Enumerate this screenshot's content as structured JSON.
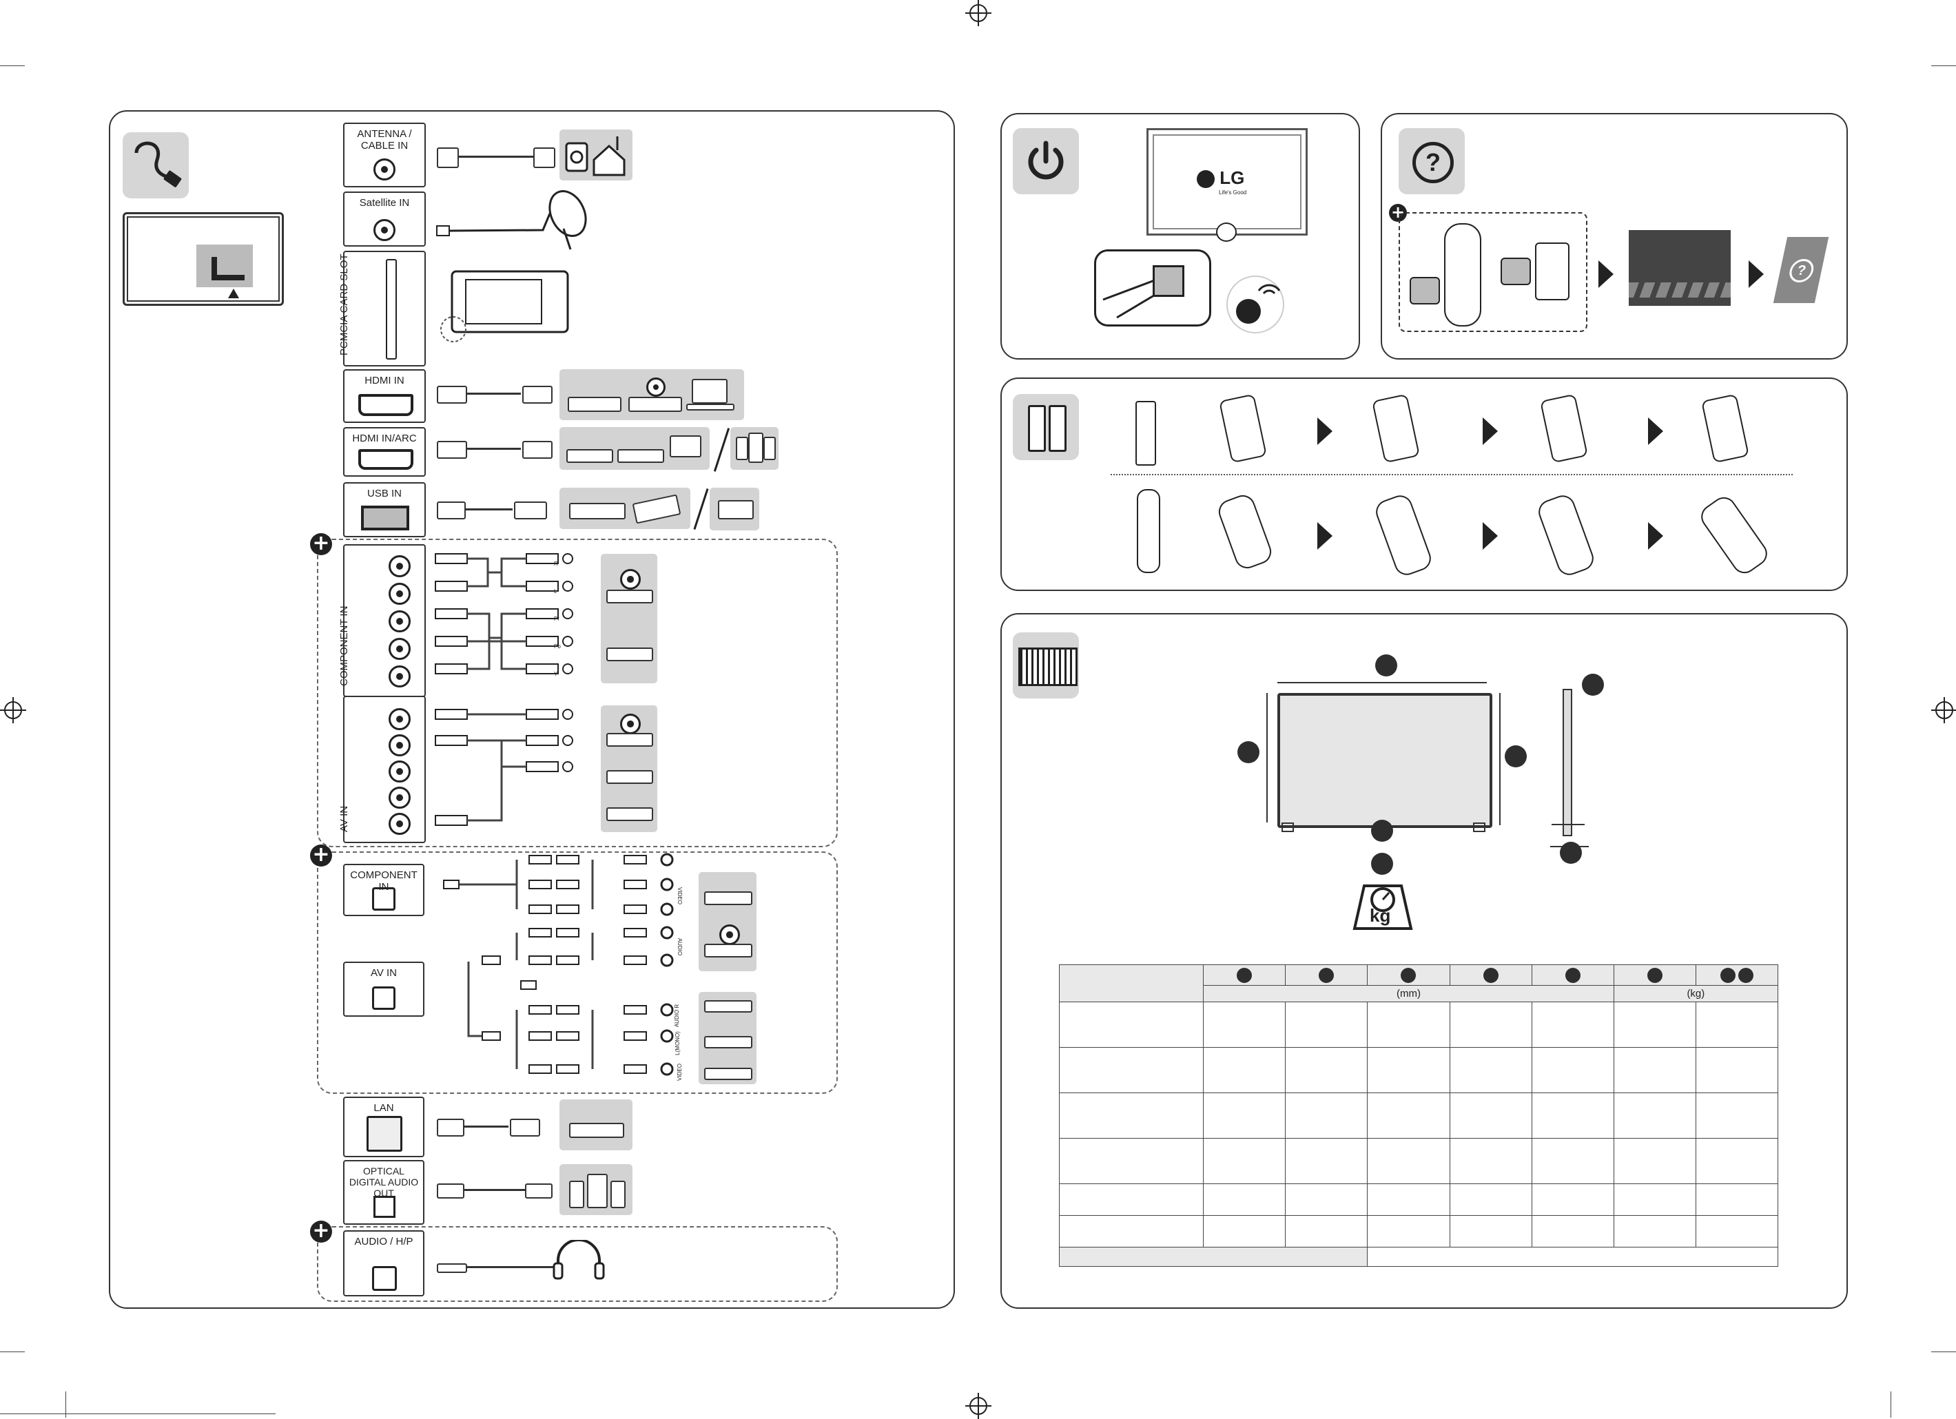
{
  "ports": {
    "antenna": "ANTENNA / CABLE IN",
    "satellite": "Satellite IN",
    "pcmcia": "PCMCIA CARD SLOT",
    "hdmi": "HDMI IN",
    "hdmi_arc": "HDMI IN/ARC",
    "usb": "USB IN",
    "component": "COMPONENT IN",
    "av": "AV IN",
    "component2": "COMPONENT IN",
    "av2": "AV IN",
    "lan": "LAN",
    "optical": "OPTICAL DIGITAL AUDIO OUT",
    "audio_hp": "AUDIO / H/P"
  },
  "component_pins": [
    "R",
    "L",
    "Pr",
    "Pb",
    "Y"
  ],
  "component2_labels": [
    "VIDEO",
    "AUDIO"
  ],
  "av2_labels": [
    "AUDIO R",
    "L(MONO)",
    "VIDEO"
  ],
  "tv_logo": {
    "brand": "LG",
    "tagline": "Life's Good"
  },
  "weight_unit": "kg",
  "help_symbol": "?",
  "table": {
    "unit_mm": "(mm)",
    "unit_kg": "(kg)"
  },
  "colors": {
    "panel_border": "#333333",
    "icon_bg": "#d6d6d6",
    "device_bg": "#d3d3d3"
  }
}
